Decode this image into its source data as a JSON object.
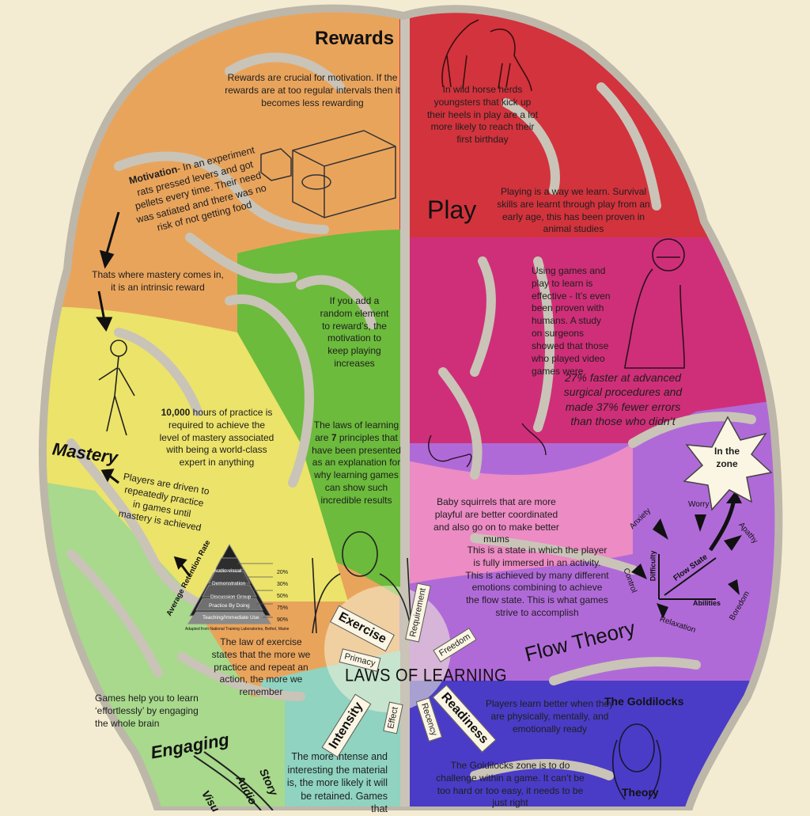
{
  "sections": {
    "rewards": {
      "title": "Rewards",
      "intro": "Rewards are crucial for motivation. If the rewards are at too regular intervals then it becomes less rewarding",
      "motivation_label": "Motivation",
      "motivation_body": "- In an experiment rats pressed levers and got pellets every time.  Their need was satiated and there was no risk of not getting food",
      "random_element": "If you add a random element to reward’s, the motivation to keep playing increases"
    },
    "play": {
      "title": "Play",
      "horses": "In wild horse herds youngsters that kick up their heels in play are a lot more likely to reach their first birthday",
      "learn": "Playing is a way we learn. Survival skills are learnt through play from an early age, this has been proven in animal studies",
      "surgeons": "Using games and play to learn is effective - It’s even been proven with humans.  A study on surgeons showed that those who played video games were",
      "surgeons_result": "27% faster at advanced surgical procedures and made 37% fewer errors than those who didn’t",
      "squirrels": "Baby squirrels that are more playful are better coordinated and also go on to make better mums"
    },
    "mastery": {
      "title": "Mastery",
      "intro": "Thats where mastery comes in, it is an intrinsic reward",
      "hours_bold": "10,000",
      "hours_rest": " hours of practice is required to achieve the level of mastery associated with being a world-class expert in anything",
      "repeat": "Players are driven to repeatedly practice in games until mastery is achieved"
    },
    "laws": {
      "title": "LAWS OF LEARNING",
      "intro_a": "The laws of learning are ",
      "intro_num": "7",
      "intro_b": " principles that have been presented as an explanation for why learning games can show such incredible results",
      "exercise_text": "The law of exercise states that the more we practice and repeat an action, the more we remember",
      "intensity_text": "The more intense and interesting the material is, the more likely it will be retained. Games that",
      "labels": {
        "exercise": "Exercise",
        "primacy": "Primacy",
        "requirement": "Requirement",
        "freedom": "Freedom",
        "intensity": "Intensity",
        "effect": "Effect",
        "recency": "Recency",
        "readiness": "Readiness"
      }
    },
    "pyramid": {
      "axis_label": "Average Retention Rate",
      "caption": "Adapted from National Training Laboratories, Bethel, Maine",
      "levels": [
        {
          "label": "Audio-visual",
          "pct": "20%"
        },
        {
          "label": "Demonstration",
          "pct": "30%"
        },
        {
          "label": "Discussion Group",
          "pct": "50%"
        },
        {
          "label": "Practice By Doing",
          "pct": "75%"
        },
        {
          "label": "Teaching/Immediate Use",
          "pct": "90%"
        }
      ]
    },
    "flow": {
      "title": "Flow Theory",
      "zone": "In the zone",
      "description": "This is a state in which the player is fully immersed in an activity. This is achieved by many different emotions combining to achieve the flow state. This is what games strive to accomplish",
      "readiness_text": "Players learn better when they are physically, mentally, and emotionally ready",
      "diagram": {
        "worry": "Worry",
        "anxiety": "Anxiety",
        "apathy": "Apathy",
        "control": "Control",
        "difficulty": "Difficulty",
        "flow_state": "Flow State",
        "abilities": "Abilities",
        "relaxation": "Relaxation",
        "boredom": "Boredom"
      }
    },
    "goldilocks": {
      "title": "The Goldilocks",
      "theory": "Theory",
      "text": "The Goldilocks zone is to do challenge within a game. It can’t be too hard or too easy, it needs to be just right"
    },
    "engaging": {
      "title": "Engaging",
      "text": "Games help you to learn ‘effortlessly’ by engaging the whole brain",
      "tags": [
        "Story",
        "Audio",
        "Visu"
      ]
    }
  },
  "colors": {
    "background": "#f4ecd2",
    "rewards": "#e9a45c",
    "play": "#d3333d",
    "magenta": "#cf2f78",
    "pink": "#ec8bc4",
    "purple": "#b06ad8",
    "indigo": "#4a3cc6",
    "green": "#6cbb3c",
    "yellow": "#ece36a",
    "lightgreen": "#a8d98c",
    "teal": "#8fd3c0"
  }
}
